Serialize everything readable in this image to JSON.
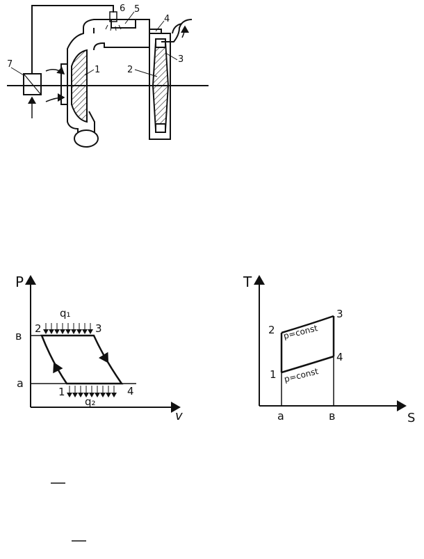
{
  "colors": {
    "ink": "#111111",
    "paper": "#ffffff"
  },
  "schematic": {
    "labels": {
      "l1": "1",
      "l2": "2",
      "l3": "3",
      "l4": "4",
      "l5": "5",
      "l6": "6",
      "l7": "7"
    }
  },
  "pv_diagram": {
    "axis_y": "P",
    "axis_x": "v",
    "tick_high": "в",
    "tick_low": "a",
    "heat_in": "q₁",
    "heat_out": "q₂",
    "points": {
      "p1": "1",
      "p2": "2",
      "p3": "3",
      "p4": "4"
    }
  },
  "ts_diagram": {
    "axis_y": "T",
    "axis_x": "S",
    "tick_a": "a",
    "tick_b": "в",
    "isobar_high": "p=const",
    "isobar_low": "p=const",
    "points": {
      "p1": "1",
      "p2": "2",
      "p3": "3",
      "p4": "4"
    }
  }
}
